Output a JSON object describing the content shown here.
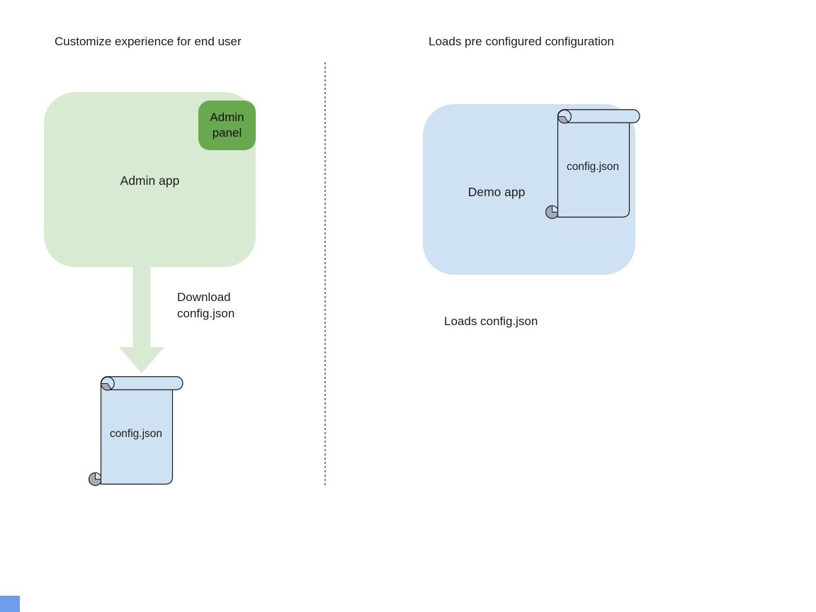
{
  "left_section": {
    "title": "Customize experience for end user",
    "admin_app": {
      "label": "Admin app"
    },
    "admin_panel": {
      "label": "Admin\npanel"
    },
    "arrow_label": "Download\nconfig.json",
    "config_file": {
      "label": "config.json"
    }
  },
  "right_section": {
    "title": "Loads pre configured configuration",
    "demo_app": {
      "label": "Demo app"
    },
    "config_file": {
      "label": "config.json"
    },
    "caption": "Loads config.json"
  },
  "colors": {
    "app_green": "#d9ead3",
    "panel_green": "#6aa84f",
    "app_blue": "#cfe2f3",
    "scroll_blue": "#cfe2f3",
    "curl_gray": "#a3abb6",
    "divider_gray": "#7e7e7e",
    "corner_blue": "#6d9eeb",
    "text": "#1c1c1c"
  }
}
